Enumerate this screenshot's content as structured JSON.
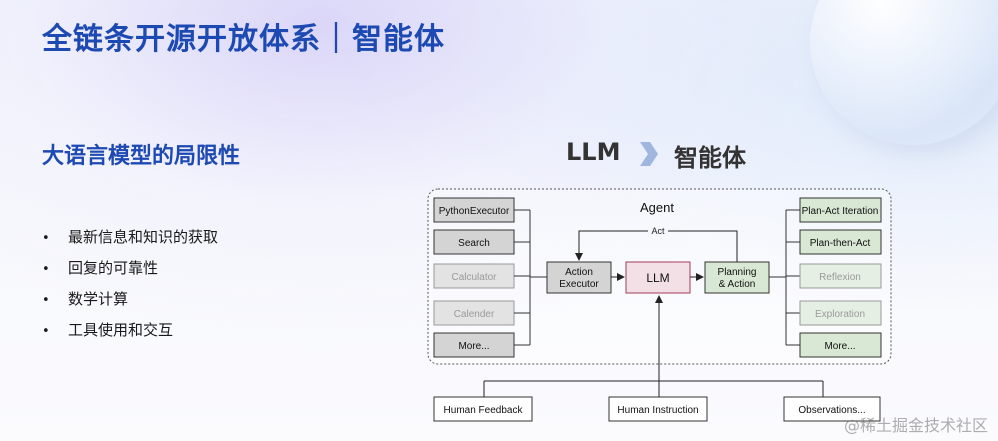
{
  "page": {
    "title": "全链条开源开放体系｜智能体",
    "subtitle": "大语言模型的局限性",
    "bullets": [
      "最新信息和知识的获取",
      "回复的可靠性",
      "数学计算",
      "工具使用和交互"
    ],
    "bullet_marker": "•",
    "heading_left": "LLM",
    "heading_right": "智能体",
    "watermark": "@稀土掘金技术社区"
  },
  "diagram": {
    "agent_label": "Agent",
    "act_label": "Act",
    "tools": [
      "PythonExecutor",
      "Search",
      "Calculator",
      "Calender",
      "More..."
    ],
    "tools_faded": [
      false,
      false,
      true,
      true,
      false
    ],
    "action_executor": [
      "Action",
      "Executor"
    ],
    "llm": "LLM",
    "planning": [
      "Planning",
      "& Action"
    ],
    "strategies": [
      "Plan-Act Iteration",
      "Plan-then-Act",
      "Reflexion",
      "Exploration",
      "More..."
    ],
    "strategies_faded": [
      false,
      false,
      true,
      true,
      false
    ],
    "inputs": [
      "Human Feedback",
      "Human Instruction",
      "Observations..."
    ],
    "colors": {
      "title": "#1d49b2",
      "tool_fill": "#d4d4d4",
      "strategy_fill": "#d8e8d4",
      "llm_fill": "#f3e0e6",
      "llm_border": "#a33a5a"
    }
  }
}
